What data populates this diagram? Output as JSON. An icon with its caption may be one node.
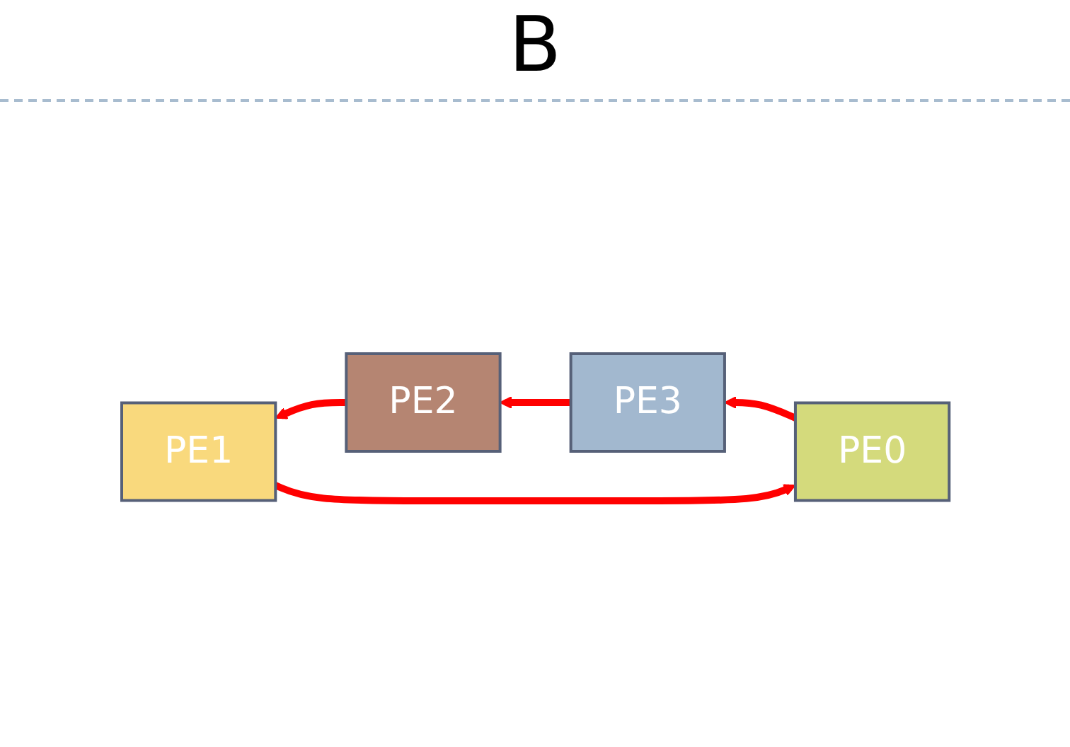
{
  "diagram": {
    "nodes": [
      {
        "text": [
          "PE0"
        ]
      },
      {
        "text": [
          "PE1"
        ]
      },
      {
        "text": [
          "PE2"
        ]
      },
      {
        "text": [
          "PE3"
        ]
      }
    ],
    "edges": [
      {
        "from": 3,
        "to": 2,
        "arrow": "to"
      },
      {
        "from": 2,
        "to": 1,
        "arrow": "to"
      },
      {
        "from": 1,
        "to": 0,
        "arrow": "to"
      },
      {
        "from": 0,
        "to": 3,
        "arrow": "to"
      }
    ],
    "labels": [
      "B"
    ]
  }
}
